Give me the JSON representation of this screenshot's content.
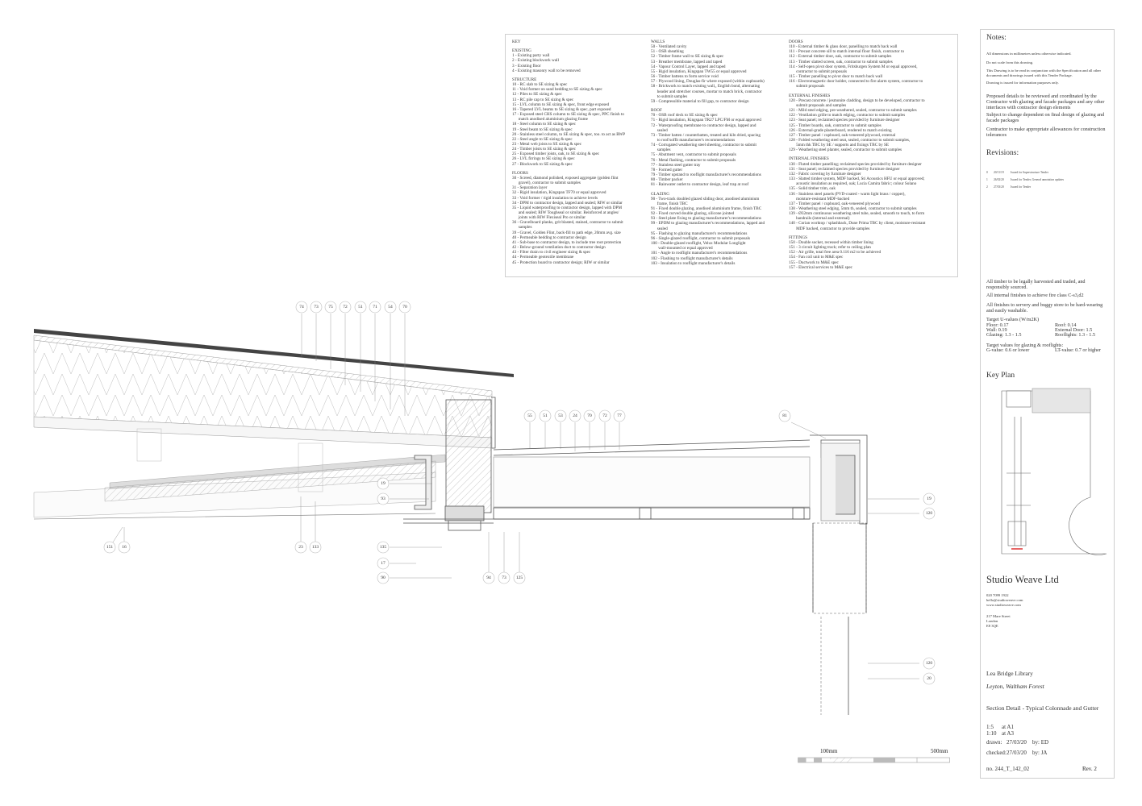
{
  "key": {
    "col1": [
      {
        "h": "KEY",
        "items": []
      },
      {
        "h": "EXISTING",
        "items": [
          "1 - Existing party wall",
          "2 - Existing blockwork wall",
          "3 - Existing floor",
          "4 - Existing masonry wall to be removed"
        ]
      },
      {
        "h": "STRUCTURE",
        "items": [
          "10 - RC slab to SE sizing & spec",
          "11 - Void former on sand bedding to SE sizing & spec",
          "12 - Piles to SE sizing & spec",
          "13 - RC pile cap to SE sizing & spec",
          "15 - LVL column to SE sizing & spec, front edge exposed",
          "16 - Tapered LVL beams to SE sizing & spec, part exposed",
          "17 - Exposed steel CHS column to SE sizing & spec, PPC finish to\n      match anodised aluminium glazing frame",
          "18 - Steel column to SE sizing & spec",
          "19 - Steel beam to SE sizing & spec",
          "20 - Stainless steel column, to SE sizing & spec, too. to act as RWP",
          "22 - Steel angle to SE sizing & spec",
          "23 - Metal web joists to SE sizing & spec",
          "24 - Timber joists to SE sizing & spec",
          "25 - Exposed timber joists, oak, to SE sizing & spec",
          "26 - LVL firrings to SE sizing & spec",
          "27 - Blockwork to SE sizing & spec"
        ]
      },
      {
        "h": "FLOORS",
        "items": [
          "30 - Screed, diamond polished, exposed aggregate (golden flint\n      gravel), contractor to submit samples",
          "31 - Separation layer",
          "32 - Rigid insulation, Kingspan TF70 or equal approved",
          "33 - Void former / rigid insulation to achieve levels",
          "34 - DPM to contractor design, lapped and sealed; RIW or similar",
          "35 - Liquid waterproofing to contractor design, lapped with DPM\n      and sealed; RIW Toughseal or similar. Reinforced at angles/\n      joints with RIW Flexiseal Pro or similar",
          "36 - Gravelboard planks, grit blasted, stained, contractor to submit\n      samples",
          "39 - Gravel, Golden Flint, back-fill to path edge, 20mm avg. size",
          "40 - Permeable bedding to contractor design",
          "41 - Sub-base to contractor design, to include tree root protection",
          "42 - Below-ground ventilation duct to contractor design",
          "43 - Filter drain to civil engineer sizing & spec",
          "44 - Permeable geotextile membrane",
          "45 - Protection board to contractor design; RIW or similar"
        ]
      }
    ],
    "col2": [
      {
        "h": "WALLS",
        "items": [
          "50 - Ventilated cavity",
          "51 - OSB sheathing",
          "52 - Timber frame wall to SE sizing & spec",
          "53 - Breather membrane, lapped and taped",
          "54 - Vapour Control Layer, lapped and taped",
          "55 - Rigid insulation, Kingspan TW55 or equal approved",
          "56 - Timber battens to form service void",
          "57 - Plywood lining, Douglas-fir where exposed (within cupboards)",
          "58 - Brickwork to match existing wall,, English bond, alternating\n      header and stretcher courses, mortar to match brick, contractor\n      to submit samples",
          "59 - Compressible material to fill gap, to contractor design"
        ]
      },
      {
        "h": "ROOF",
        "items": [
          "70 - OSB roof deck to SE sizing & spec",
          "71 - Rigid insulation, Kingspan TR27 LPC/FM or equal approved",
          "72 - Waterproofing membrane to contractor design, lapped and\n      sealed",
          "73 - Timber batten / counterbatten, treated and kiln dried, spacing\n      to roof/soffit manufacturer's recommendations",
          "74 - Corrugated weathering steel sheeting, contractor to submit\n      samples",
          "75 - Abutment vent, contractor to submit proposals",
          "76 - Metal flashing, contractor to submit proposals",
          "77 - Stainless steel gutter tray",
          "78 - Formed gutter",
          "79 - Timber upstand to rooflight manufacturer's recommendations",
          "80 - Timber packer",
          "81 - Rainwater outlet to contractor design, leaf trap at roof"
        ]
      },
      {
        "h": "GLAZING",
        "items": [
          "90 - Two-track doubled glazed sliding door, anodised aluminium\n      frame, finish TBC",
          "91 - Fixed double glazing, anodised aluminium frame, finish TBC",
          "92 - Fixed curved double glazing, silicone jointed",
          "93 - Steel plate fixing to glazing manufacturer's recommendations",
          "99 - EPDM to glazing manufacturer's recommendations, lapped and\n      sealed",
          "95 - Flashing to glazing manufacturer's recommendations",
          "96 - Single-glazed rooflight, contractor to submit proposals",
          "100 - Double-glazed rooflight, Velux Modular Longlight\n       wall-mounted or equal approved",
          "101 - Angle to rooflight manufacturer's recommendations",
          "102 - Flashing to rooflight manufacturer's details",
          "103 - Insulation to rooflight manufacturer's details"
        ]
      }
    ],
    "col3": [
      {
        "h": "DOORS",
        "items": [
          "110 - External timber & glass door, panelling to match back wall",
          "111 - Precast concrete sill to match internal floor finish, contractor to",
          "112 - External timber door, oak, contractor to submit samples",
          "113 - Timber slatted screen, oak, contractor to submit samples",
          "114 - Self-open pivot door system, Fritsburgen System M or equal approved,\n       contractor to submit proposals",
          "115 - Timber panelling to pivot door to match back wall",
          "116 - Electromagnetic door holder, connected to fire alarm system, contractor to\n       submit proposals"
        ]
      },
      {
        "h": "EXTERNAL FINISHES",
        "items": [
          "120 - Precast concrete / jesmonite cladding, design to be developed, contractor to\n       submit proposals and samples",
          "121 - Mild steel edging, pre-weathered, sealed, contractor to submit samples",
          "122 - Ventilation grille to match edging, contractor to submit samples",
          "123 - Seat panel; reclaimed species provided by furniture designer",
          "125 - Timber boards, oak, contractor to submit samples",
          "126 - External-grade plasterboard, rendered to match existing",
          "127 - Timber panel / cupboard, oak-veneered plywood, external",
          "128 - Folded weathering steel seat, sealed, contractor to submit samples,\n       5mm thk TBC by SE / supports and fixings TBC by SE",
          "129 - Weathering steel planter, sealed, contractor to submit samples"
        ]
      },
      {
        "h": "INTERNAL FINISHES",
        "items": [
          "130 - Fluted timber panelling; reclaimed species provided by furniture designer",
          "131 - Seat panel; reclaimed species provided by furniture designer",
          "132 - Fabric covering by furniture designer",
          "133 - Slatted timber system, MDF backed, Sti Acoustics HFU or equal approved;\n       acoustic insulation as required, oak; Lucia Camira fabric; colour Solano",
          "135 - Solid timber trim, oak",
          "136 - Stainless steel panels (PVD-coated - warm light brass / copper),\n       moisture-resistant MDF-backed",
          "137 - Timber panel / cupboard, oak-veneered plywood",
          "138 - Weathering steel edging, 5mm th, sealed, contractor to submit samples",
          "139 - Ø32mm continuous weathering steel tube, sealed, smooth to touch, to form\n       handrails (internal and external)",
          "140 - Corian worktop / splashback, Dune Prima TBC by client, moisture-resistant\n       MDF backed, contractor to provide samples"
        ]
      },
      {
        "h": "FITTINGS",
        "items": [
          "150 - Double socket, recessed within timber lining",
          "151 - 3 circuit lighting track; refer to ceiling plan",
          "152 - Air grille, total free area 0.116 m2 to be achieved",
          "154 - Fan coil unit to M&E spec",
          "155 - Ductwork to M&E spec",
          "157 - Electrical services to M&E spec"
        ]
      }
    ]
  },
  "notes": {
    "title": "Notes:",
    "small": [
      "All dimensions in millimetres unless otherwise indicated.",
      "Do not scale from this drawing.",
      "This Drawing is to be read in conjunction with the Specification and all other documents and drawings issued with this Tender Package.",
      "Drawing is issued for information purposes only."
    ],
    "main": [
      "Proposed details to be reviewed and coordinated by the Contractor with glazing and facade packages and any other interfaces with contractor design elements",
      "Subject to change dependent on final design of glazing and facade packages",
      "Contractor to make appropriate allowances for construction tolerances"
    ]
  },
  "revisions": {
    "title": "Revisions:",
    "rows": [
      {
        "rev": "0",
        "date": "20/11/19",
        "text": "Issued for Superstructure Tender"
      },
      {
        "rev": "1",
        "date": "26/02/20",
        "text": "Issued for Tender, General annotation updates"
      },
      {
        "rev": "2",
        "date": "27/03/20",
        "text": "Issued for Tender"
      }
    ]
  },
  "notes2": [
    "All timber to be legally harvested and traded, and responsibly sourced.",
    "All internal finishes to achieve fire class C-s3,d2",
    "All finishes to servery and buggy store to be hard-wearing and easily washable."
  ],
  "uvalues": {
    "title": "Target U-values (W/m2K)",
    "floor": "Floor: 0.17",
    "roof": "Roof: 0.14",
    "wall": "Wall: 0.19",
    "ext_door": "External Door: 1.5",
    "glazing": "Glazing: 1.3 - 1.5",
    "rooflights": "Rooflights: 1.3 - 1.5"
  },
  "target_glazing": {
    "title": "Target values for glazing & rooflights:",
    "g": "G-value: 0.6 or lower",
    "lt": "LT-value: 0.7 or higher"
  },
  "keyplan": {
    "title": "Key Plan"
  },
  "studio": {
    "name": "Studio Weave Ltd",
    "phone": "020 7099 1922",
    "email": "hello@studioweave.com",
    "web": "www.studioweave.com",
    "addr1": "217 Mare Street",
    "addr2": "London",
    "addr3": "E8 3QE"
  },
  "project": {
    "name": "Lea Bridge Library",
    "location": "Leyton, Waltham Forest",
    "drawing_title": "Section Detail - Typical Colonnade and Gutter"
  },
  "scale": {
    "s1": "1:5",
    "s1_at": "at A1",
    "s2": "1:10",
    "s2_at": "at A3"
  },
  "meta": {
    "drawn_label": "drawn:",
    "drawn_date": "27/03/20",
    "drawn_by": "by: ED",
    "checked_label": "checked:",
    "checked_date": "27/03/20",
    "checked_by": "by: JA",
    "number": "no. 244_T_142_02",
    "rev": "Rev. 2"
  },
  "scalebar": {
    "a": "100mm",
    "b": "500mm"
  },
  "callouts_top": [
    "74",
    "73",
    "75",
    "72",
    "51",
    "71",
    "54",
    "70"
  ],
  "callouts_mid": [
    "55",
    "51",
    "53",
    "24",
    "70",
    "72",
    "77"
  ],
  "callout_81": "81",
  "callouts_left": [
    "19",
    "93",
    "135",
    "17",
    "90"
  ],
  "callouts_bottom_left": [
    "151",
    "16",
    "23",
    "133"
  ],
  "callouts_bottom_mid": [
    "94",
    "73",
    "125"
  ],
  "callouts_right": [
    "19",
    "120",
    "120",
    "20"
  ]
}
